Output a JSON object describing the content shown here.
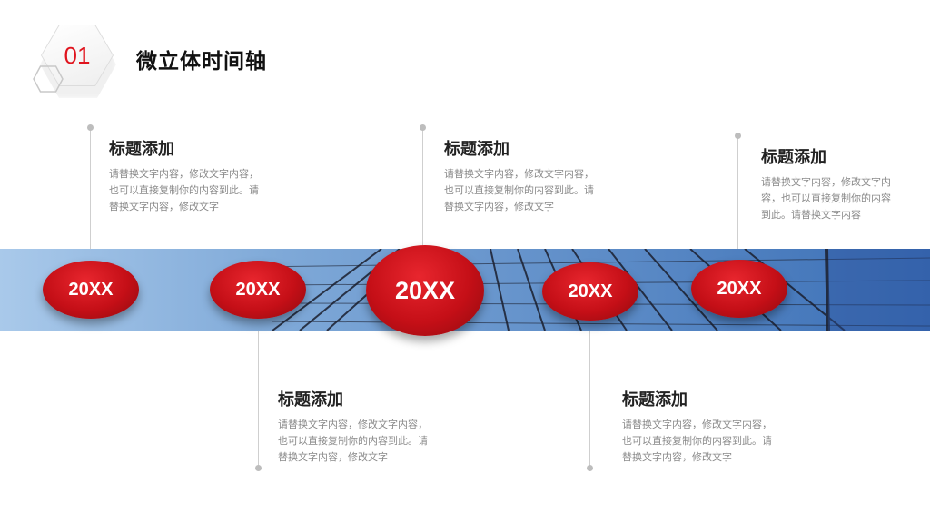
{
  "header": {
    "number": "01",
    "title": "微立体时间轴"
  },
  "nodes": [
    "20XX",
    "20XX",
    "20XX",
    "20XX",
    "20XX"
  ],
  "items": [
    {
      "title": "标题添加",
      "body": [
        "请替换文字内容，修改文字内容，",
        "也可以直接复制你的内容到此。请",
        "替换文字内容，修改文字"
      ]
    },
    {
      "title": "标题添加",
      "body": [
        "请替换文字内容，修改文字内容，",
        "也可以直接复制你的内容到此。请",
        "替换文字内容，修改文字"
      ]
    },
    {
      "title": "标题添加",
      "body": [
        "请替换文字内容，修改文字内",
        "容，也可以直接复制你的内容",
        "到此。请替换文字内容"
      ]
    },
    {
      "title": "标题添加",
      "body": [
        "请替换文字内容，修改文字内容，",
        "也可以直接复制你的内容到此。请",
        "替换文字内容，修改文字"
      ]
    },
    {
      "title": "标题添加",
      "body": [
        "请替换文字内容，修改文字内容，",
        "也可以直接复制你的内容到此。请",
        "替换文字内容，修改文字"
      ]
    }
  ],
  "colors": {
    "accent": "#c50f17",
    "number": "#e0141e"
  }
}
